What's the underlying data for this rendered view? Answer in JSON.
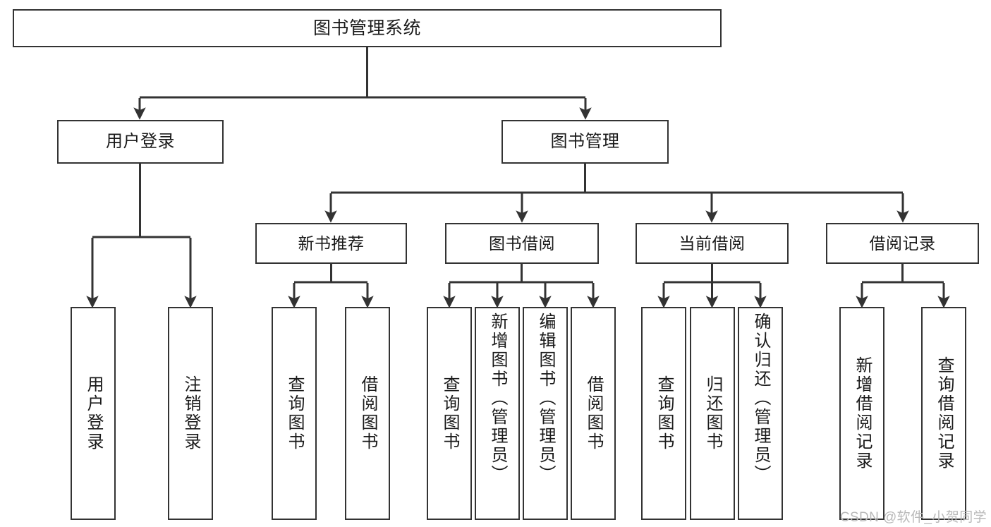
{
  "diagram": {
    "type": "tree-hierarchy-chart",
    "title": "图书管理系统",
    "watermark": "CSDN @软件_小贺同学",
    "colors": {
      "box_border": "#333333",
      "box_fill": "#ffffff",
      "connector": "#333333",
      "text": "#1a1a1a",
      "watermark": "#b9b9b9",
      "background": "#ffffff"
    },
    "nodes": {
      "root": {
        "label": "图书管理系统",
        "level": 0
      },
      "level1": [
        {
          "id": "user-login",
          "label": "用户登录"
        },
        {
          "id": "book-management",
          "label": "图书管理"
        }
      ],
      "level2": [
        {
          "id": "new-book-recommend",
          "label": "新书推荐",
          "parent": "book-management"
        },
        {
          "id": "book-borrow",
          "label": "图书借阅",
          "parent": "book-management"
        },
        {
          "id": "current-borrow",
          "label": "当前借阅",
          "parent": "book-management"
        },
        {
          "id": "borrow-record",
          "label": "借阅记录",
          "parent": "book-management"
        }
      ],
      "level3": {
        "user-login": [
          {
            "id": "leaf-user-login",
            "label": "用户登录"
          },
          {
            "id": "leaf-logout",
            "label": "注销登录"
          }
        ],
        "new-book-recommend": [
          {
            "id": "leaf-query-book-1",
            "label": "查询图书"
          },
          {
            "id": "leaf-borrow-book-1",
            "label": "借阅图书"
          }
        ],
        "book-borrow": [
          {
            "id": "leaf-query-book-2",
            "label": "查询图书"
          },
          {
            "id": "leaf-add-book",
            "label": "新增图书（管理员）"
          },
          {
            "id": "leaf-edit-book",
            "label": "编辑图书（管理员）"
          },
          {
            "id": "leaf-borrow-book-2",
            "label": "借阅图书"
          }
        ],
        "current-borrow": [
          {
            "id": "leaf-query-book-3",
            "label": "查询图书"
          },
          {
            "id": "leaf-return-book",
            "label": "归还图书"
          },
          {
            "id": "leaf-confirm-return",
            "label": "确认归还（管理员）"
          }
        ],
        "borrow-record": [
          {
            "id": "leaf-add-record",
            "label": "新增借阅记录"
          },
          {
            "id": "leaf-query-record",
            "label": "查询借阅记录"
          }
        ]
      }
    }
  }
}
